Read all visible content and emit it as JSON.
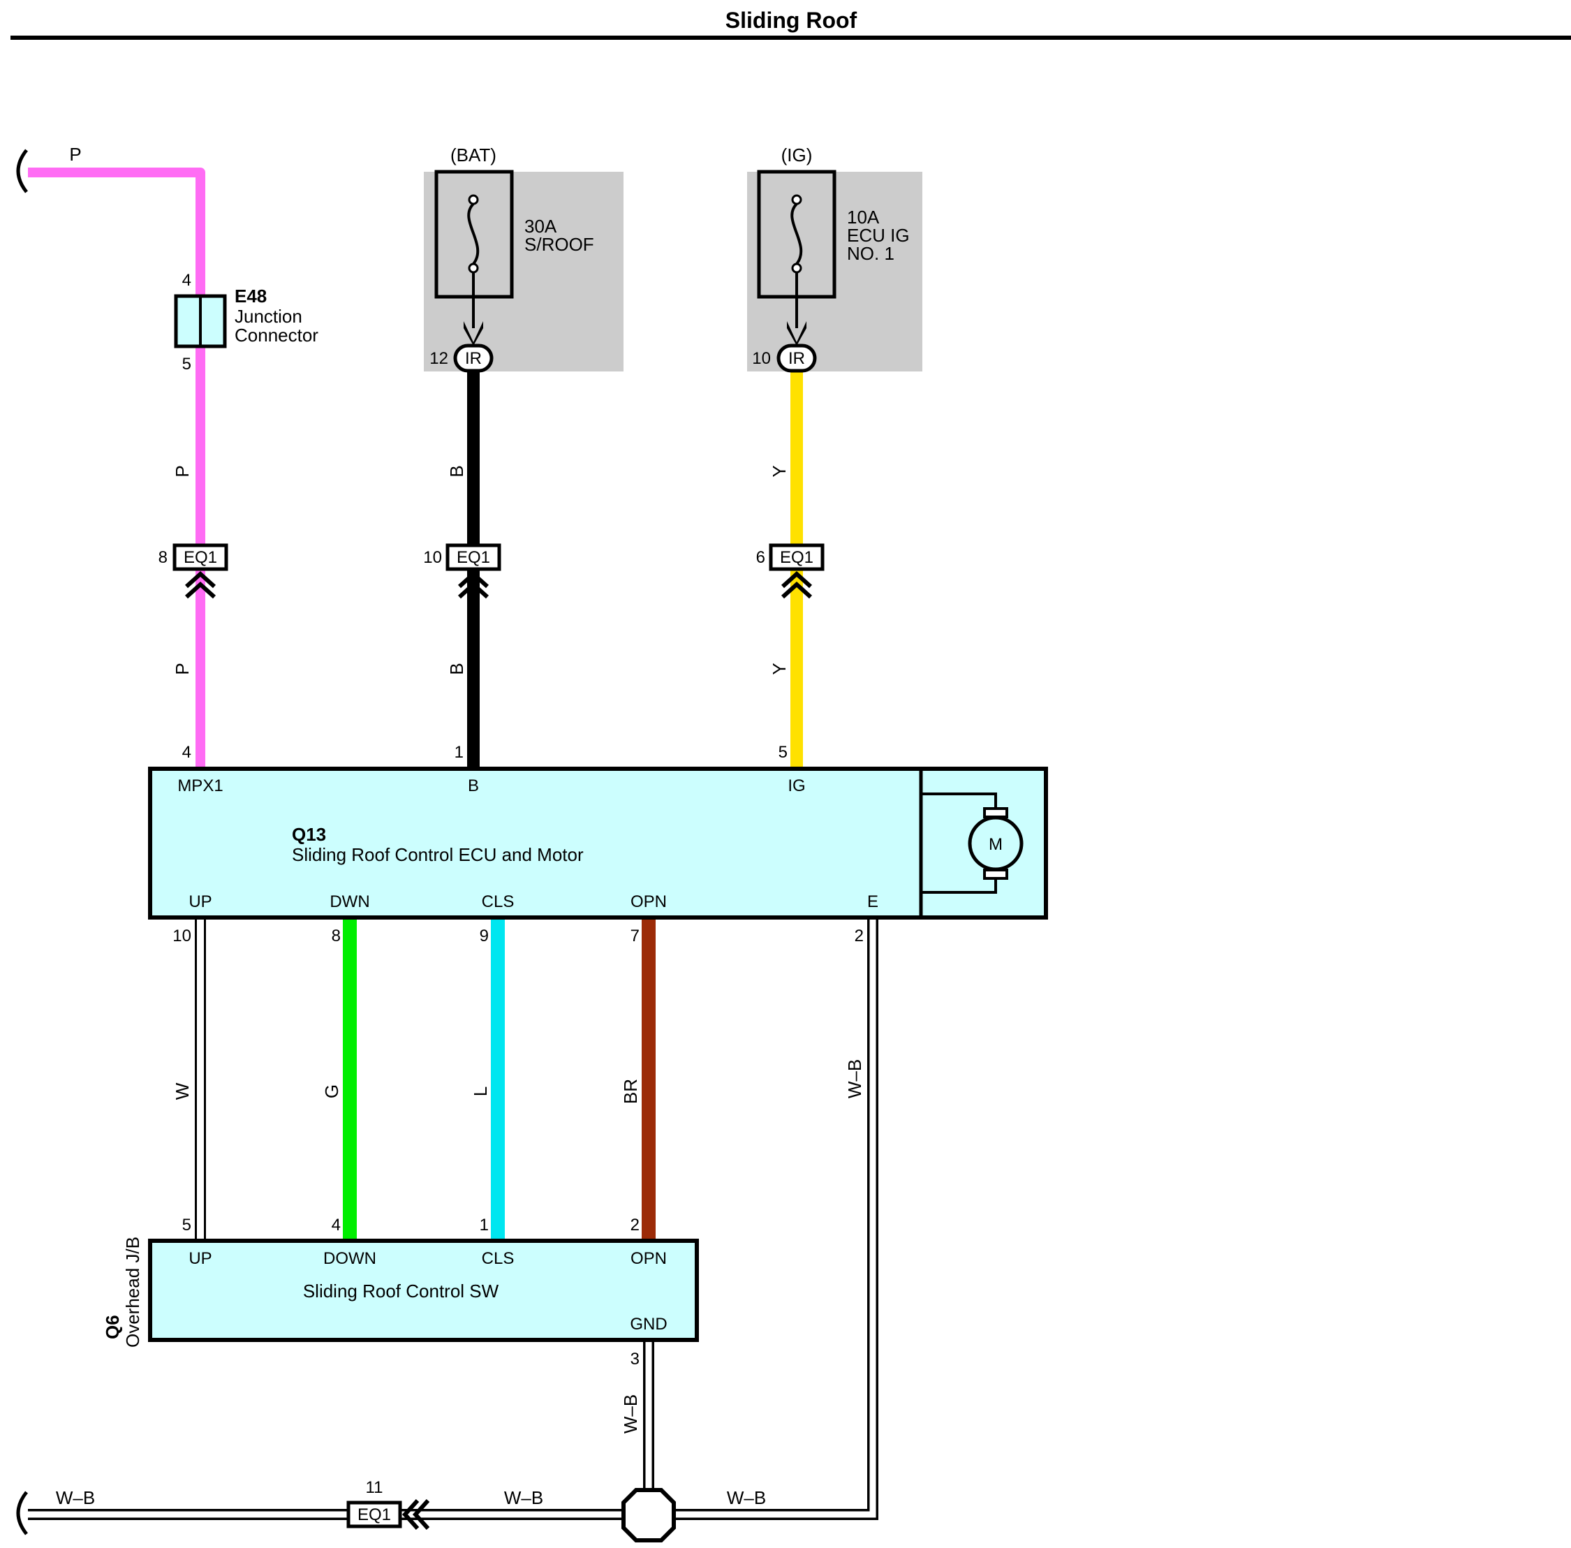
{
  "title": "Sliding Roof",
  "colors": {
    "P": "#ff6cf4",
    "B": "#000000",
    "Y": "#ffe100",
    "W": "#ffffff",
    "G": "#00ee00",
    "L": "#00e6f0",
    "BR": "#9c2b08",
    "W-B": "#ffffff",
    "component_fill": "#ccfefe",
    "relay_box": "#cccccc"
  },
  "fuses": [
    {
      "source": "(BAT)",
      "rating": "30A",
      "name": "S/ROOF",
      "name2": "",
      "pin": "12",
      "connector": "IR"
    },
    {
      "source": "(IG)",
      "rating": "10A",
      "name": "ECU IG",
      "name2": "NO. 1",
      "pin": "10",
      "connector": "IR"
    }
  ],
  "junction": {
    "id": "E48",
    "line1": "Junction",
    "line2": "Connector",
    "pin_in": "4",
    "pin_out": "5"
  },
  "eq1_top": [
    {
      "pin": "8",
      "label": "EQ1"
    },
    {
      "pin": "10",
      "label": "EQ1"
    },
    {
      "pin": "6",
      "label": "EQ1"
    }
  ],
  "wire_labels": {
    "p_top": "P",
    "p_mid": "P",
    "p_low": "P",
    "b_mid": "B",
    "b_low": "B",
    "y_mid": "Y",
    "y_low": "Y",
    "w": "W",
    "g": "G",
    "l": "L",
    "br": "BR",
    "wb_right": "W–B",
    "wb_gnd": "W–B",
    "wb_bottom_left": "W–B",
    "wb_bottom_mid": "W–B",
    "wb_bottom_right": "W–B"
  },
  "ecu": {
    "id": "Q13",
    "name": "Sliding Roof Control ECU and Motor",
    "motor": "M",
    "top_terminals": [
      {
        "pin": "4",
        "label": "MPX1"
      },
      {
        "pin": "1",
        "label": "B"
      },
      {
        "pin": "5",
        "label": "IG"
      }
    ],
    "bottom_terminals": [
      {
        "pin": "10",
        "label": "UP"
      },
      {
        "pin": "8",
        "label": "DWN"
      },
      {
        "pin": "9",
        "label": "CLS"
      },
      {
        "pin": "7",
        "label": "OPN"
      },
      {
        "pin": "2",
        "label": "E"
      }
    ]
  },
  "switch": {
    "id": "Q6",
    "location": "Overhead J/B",
    "name": "Sliding Roof Control SW",
    "terminals": [
      {
        "pin": "5",
        "label": "UP"
      },
      {
        "pin": "4",
        "label": "DOWN"
      },
      {
        "pin": "1",
        "label": "CLS"
      },
      {
        "pin": "2",
        "label": "OPN"
      }
    ],
    "gnd_label": "GND",
    "gnd_pin": "3"
  },
  "eq1_bottom": {
    "pin": "11",
    "label": "EQ1"
  }
}
